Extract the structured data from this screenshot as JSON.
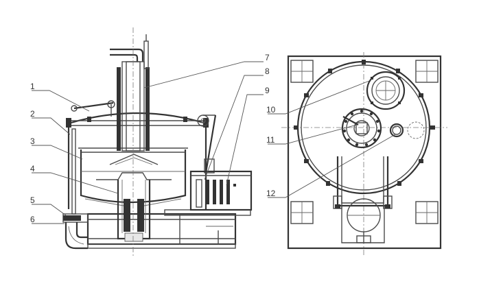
{
  "callouts": [
    {
      "id": "callout-1",
      "label": "1"
    },
    {
      "id": "callout-2",
      "label": "2"
    },
    {
      "id": "callout-3",
      "label": "3"
    },
    {
      "id": "callout-4",
      "label": "4"
    },
    {
      "id": "callout-5",
      "label": "5"
    },
    {
      "id": "callout-6",
      "label": "6"
    },
    {
      "id": "callout-7",
      "label": "7"
    },
    {
      "id": "callout-8",
      "label": "8"
    },
    {
      "id": "callout-9",
      "label": "9"
    },
    {
      "id": "callout-10",
      "label": "10"
    },
    {
      "id": "callout-11",
      "label": "11"
    },
    {
      "id": "callout-12",
      "label": "12"
    }
  ],
  "colors": {
    "line": "#4a4a4a",
    "background": "#ffffff"
  }
}
